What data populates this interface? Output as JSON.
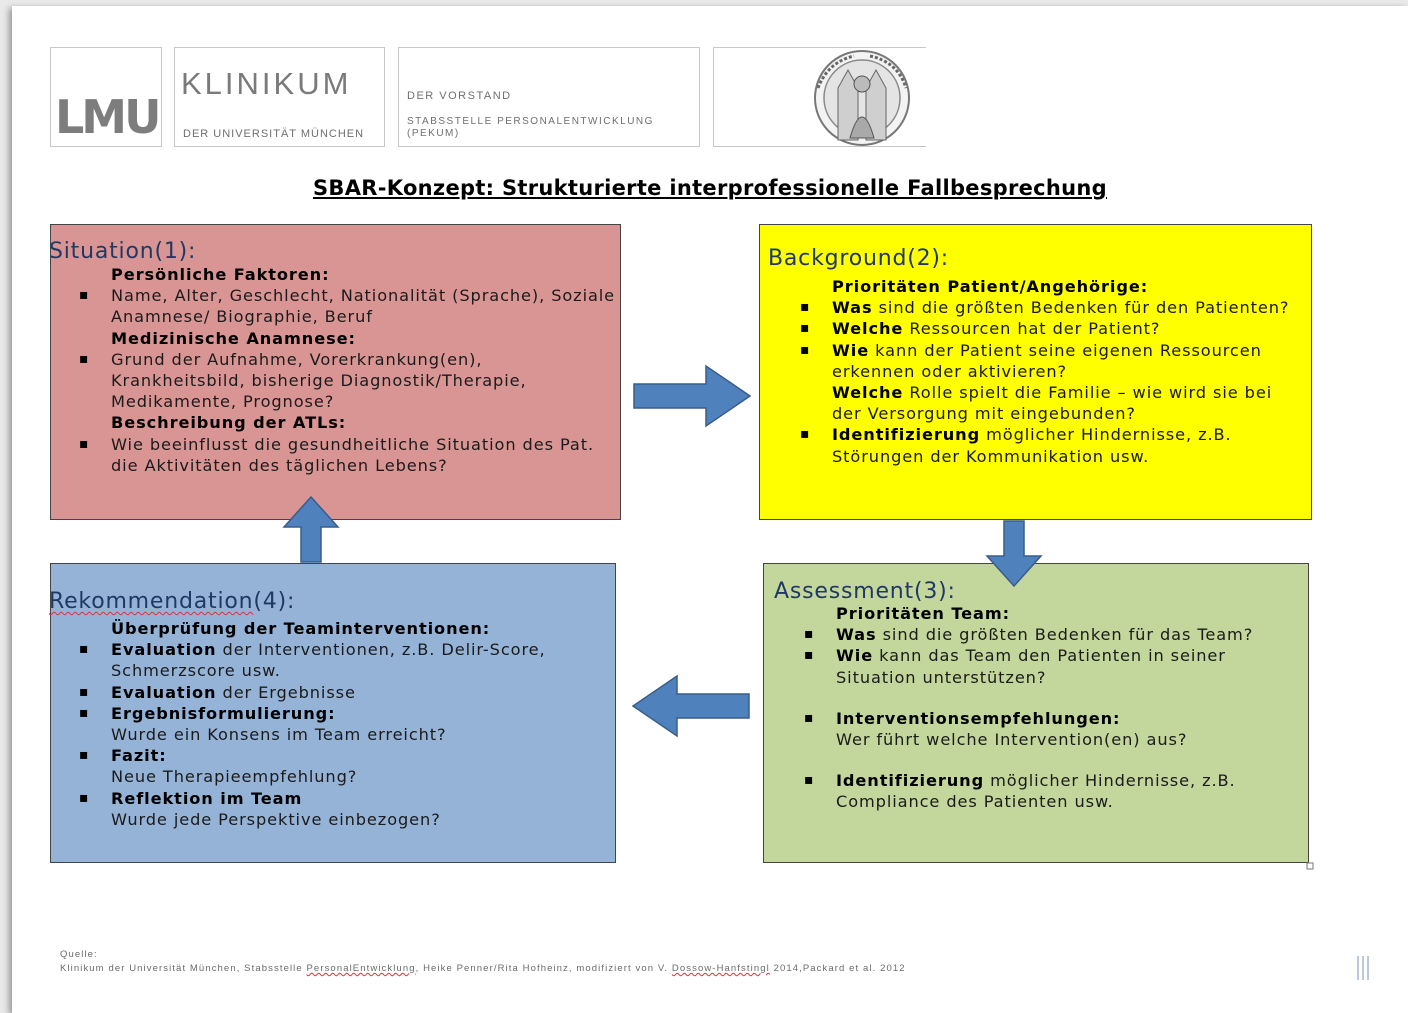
{
  "header": {
    "lmu": "LMU",
    "klinikum": "KLINIKUM",
    "universitaet": "DER UNIVERSITÄT MÜNCHEN",
    "vorstand": "DER VORSTAND",
    "stabsstelle": "STABSSTELLE PERSONALENTWICKLUNG (PEKUM)"
  },
  "title": "SBAR-Konzept: Strukturierte interprofessionelle Fallbesprechung",
  "situation": {
    "heading": "Situation(1):",
    "h1": "Persönliche Faktoren:",
    "i1": "Name, Alter, Geschlecht, Nationalität (Sprache), Soziale Anamnese/ Biographie, Beruf",
    "h2": "Medizinische Anamnese:",
    "i2": "Grund der Aufnahme, Vorerkrankung(en), Krankheitsbild, bisherige Diagnostik/Therapie, Medikamente, Prognose?",
    "h3": "Beschreibung der ATLs:",
    "i3": "Wie beeinflusst die gesundheitliche Situation des Pat. die Aktivitäten des täglichen Lebens?"
  },
  "background": {
    "heading": "Background(2):",
    "h1": "Prioritäten Patient/Angehörige:",
    "i1b": "Was",
    "i1": " sind die größten Bedenken für den Patienten?",
    "i2b": "Welche",
    "i2": " Ressourcen hat der Patient?",
    "i3b": "Wie",
    "i3": " kann der Patient seine eigenen Ressourcen erkennen oder aktivieren?",
    "i3cb": "Welche",
    "i3c": " Rolle spielt die Familie – wie wird sie bei der Versorgung mit eingebunden?",
    "i4b": "Identifizierung",
    "i4": " möglicher Hindernisse, z.B. Störungen der Kommunikation usw."
  },
  "assessment": {
    "heading": "Assessment(3):",
    "h1": "Prioritäten Team:",
    "i1b": "Was",
    "i1": " sind die größten Bedenken für das Team?",
    "i2b": "Wie",
    "i2": " kann das Team den Patienten in seiner Situation unterstützen?",
    "i3b": "Interventionsempfehlungen:",
    "i3": "Wer führt welche Intervention(en) aus?",
    "i4b": "Identifizierung",
    "i4": " möglicher Hindernisse, z.B. Compliance des Patienten usw."
  },
  "rekommendation": {
    "heading": "Rekommendation",
    "heading_num": "(4):",
    "h1": "Überprüfung der Teaminterventionen:",
    "i1b": "Evaluation",
    "i1": " der Interventionen, z.B. Delir-Score, Schmerzscore usw.",
    "i2b": "Evaluation",
    "i2": " der Ergebnisse",
    "i3b": "Ergebnisformulierung:",
    "i3": "Wurde ein Konsens im Team erreicht?",
    "i4b": "Fazit:",
    "i4": "Neue Therapieempfehlung?",
    "i5b": "Reflektion im Team",
    "i5": "Wurde jede Perspektive einbezogen?"
  },
  "footer": {
    "label": "Quelle:",
    "p1": "Klinikum der Universität München, Stabsstelle ",
    "p2": "PersonalEntwicklung",
    "p3": ", Heike Penner/Rita Hofheinz, modifiziert von V. ",
    "p4": "Dossow-Hanfstingl",
    "p5": " 2014,Packard et al. 2012"
  },
  "colors": {
    "situation": "#d99594",
    "background": "#ffff00",
    "assessment": "#c3d69b",
    "rekommendation": "#95b3d7",
    "arrow": "#4f81bd"
  }
}
